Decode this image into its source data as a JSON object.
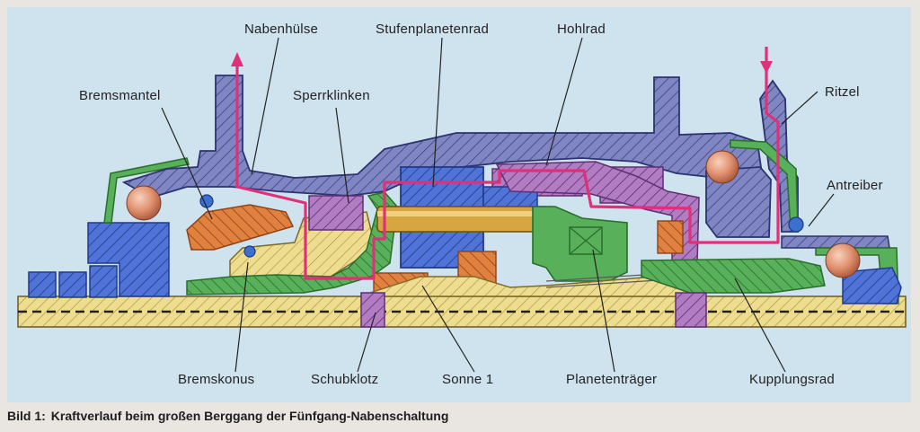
{
  "labels": {
    "nabenhuelse": "Nabenhülse",
    "stufenplanetenrad": "Stufenplanetenrad",
    "hohlrad": "Hohlrad",
    "bremsmantel": "Bremsmantel",
    "sperrklinken": "Sperrklinken",
    "ritzel": "Ritzel",
    "antreiber": "Antreiber",
    "bremskonus": "Bremskonus",
    "schubklotz": "Schubklotz",
    "sonne1": "Sonne 1",
    "planetentraeger": "Planetenträger",
    "kupplungsrad": "Kupplungsrad"
  },
  "caption": {
    "number": "Bild 1:",
    "text": "Kraftverlauf beim großen Berggang der Fünfgang-Nabenschaltung"
  },
  "colors": {
    "background": "#cfe3ee",
    "hub_shell": "#7f86c2",
    "axle": "#e6d27a",
    "sun_gear": "#4f73d6",
    "green_parts": "#58b05a",
    "orange_parts": "#e0813f",
    "violet_parts": "#b17cc2",
    "yellow_parts": "#eedd8f",
    "balls": "#e0906e",
    "force_path": "#e0307a"
  },
  "icons": {
    "force_arrow_in": "arrow-down",
    "force_arrow_out": "arrow-up"
  }
}
